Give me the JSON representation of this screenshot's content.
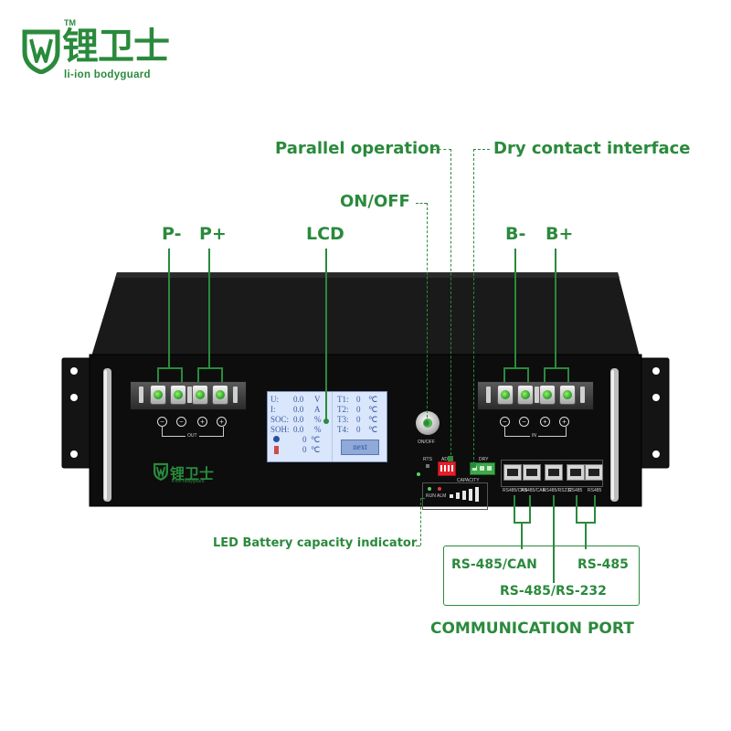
{
  "brand": {
    "name_cn": "锂卫士",
    "tagline": "li-ion bodyguard",
    "tm": "TM"
  },
  "callouts": {
    "parallel": "Parallel operation",
    "dry_contact": "Dry contact interface",
    "onoff": "ON/OFF",
    "p_minus": "P-",
    "p_plus": "P+",
    "lcd": "LCD",
    "b_minus": "B-",
    "b_plus": "B+",
    "led_indicator": "LED Battery capacity indicator",
    "rs485_can": "RS-485/CAN",
    "rs485": "RS-485",
    "rs485_rs232": "RS-485/RS-232",
    "comm_port": "COMMUNICATION PORT"
  },
  "lcd": {
    "u_label": "U:",
    "u_value": "0.0",
    "u_unit": "V",
    "i_label": "I:",
    "i_value": "0.0",
    "i_unit": "A",
    "soc_label": "SOC:",
    "soc_value": "0.0",
    "soc_unit": "%",
    "soh_label": "SOH:",
    "soh_value": "0.0",
    "soh_unit": "%",
    "temp_value": "0",
    "temp_unit": "℃",
    "temp2_value": "0",
    "temp2_unit": "℃",
    "t1_label": "T1:",
    "t1_value": "0",
    "t1_unit": "℃",
    "t2_label": "T2:",
    "t2_value": "0",
    "t2_unit": "℃",
    "t3_label": "T3:",
    "t3_value": "0",
    "t3_unit": "℃",
    "t4_label": "T4:",
    "t4_value": "0",
    "t4_unit": "℃",
    "next_button": "next"
  },
  "panel": {
    "out_label": "OUT",
    "in_label": "IN",
    "onoff_label": "ON/OFF",
    "rts_label": "RTS",
    "add_label": "ADD",
    "dry_label": "DRY",
    "capacity_label": "CAPACITY",
    "run_label": "RUN",
    "alm_label": "ALM",
    "port1_label": "RS485/CAN",
    "port2_label": "RS485/CAN",
    "port3_label": "RS485/RS232",
    "port4_label": "RS485",
    "port5_label": "RS485"
  },
  "colors": {
    "accent_green": "#2a8a3c",
    "device_black": "#101010",
    "lcd_blue": "#d9e6fb"
  },
  "icons": [
    "brand-shield-logo",
    "terminal-post",
    "power-knob",
    "rj45-port",
    "battery-icon",
    "thermometer-icon"
  ]
}
